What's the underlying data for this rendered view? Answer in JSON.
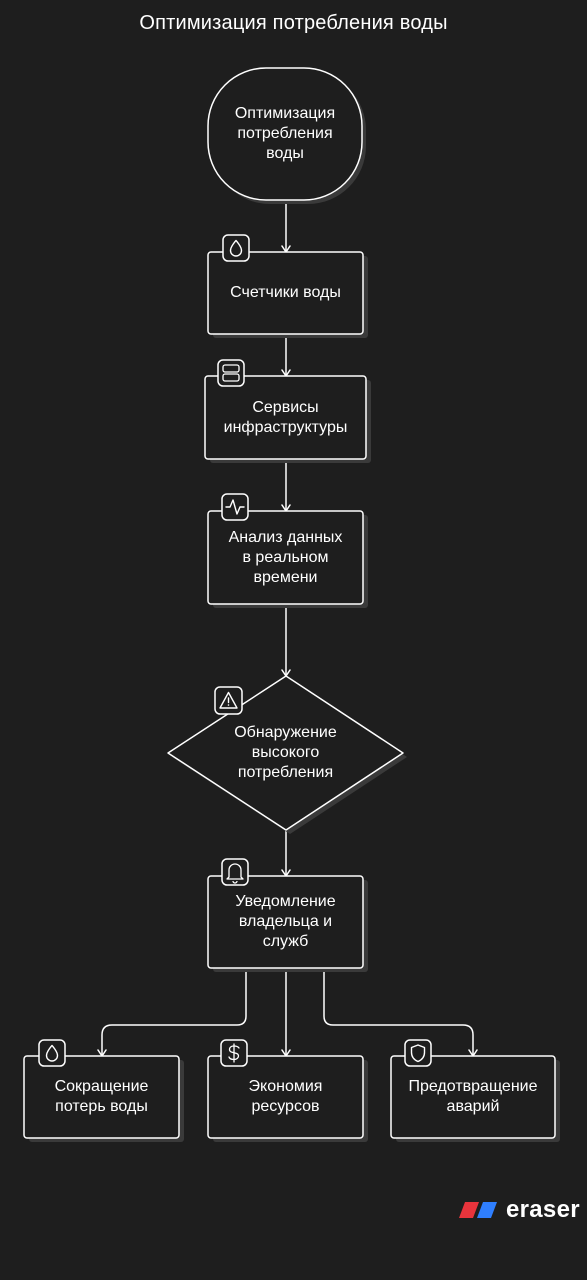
{
  "title": "Оптимизация потребления воды",
  "nodes": {
    "start": "Оптимизация\nпотребления\nводы",
    "meters": "Счетчики воды",
    "infra": "Сервисы\nинфраструктуры",
    "analysis": "Анализ данных\nв реальном\nвремени",
    "detect": "Обнаружение\nвысокого\nпотребления",
    "notify": "Уведомление\nвладельца и\nслужб",
    "loss": "Сокращение\nпотерь воды",
    "economy": "Экономия\nресурсов",
    "prevent": "Предотвращение\nаварий"
  },
  "icons": {
    "meters": "droplet-icon",
    "infra": "server-icon",
    "analysis": "activity-icon",
    "detect": "warning-icon",
    "notify": "bell-icon",
    "loss": "droplet-icon",
    "economy": "dollar-icon",
    "prevent": "shield-icon"
  },
  "logo": {
    "text": "eraser"
  },
  "colors": {
    "background": "#1e1e1e",
    "stroke": "#ffffff",
    "shadow": "#3a3a3a",
    "logo_red": "#e8343c",
    "logo_blue": "#2f7fff"
  }
}
